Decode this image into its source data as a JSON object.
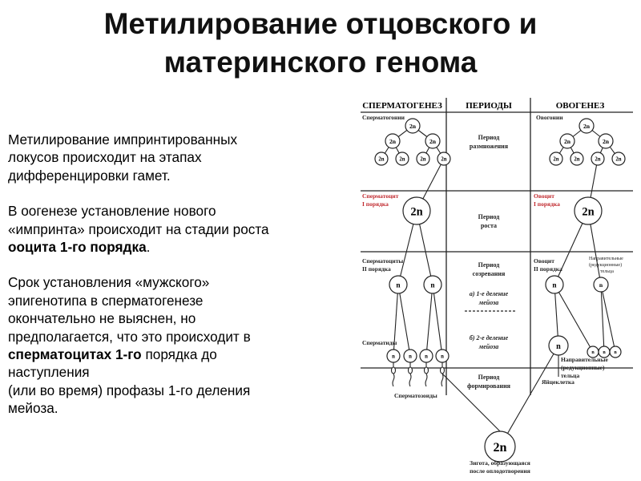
{
  "title": {
    "line1": "Метилирование отцовского и",
    "line2": "материнского генома"
  },
  "text": {
    "p1": [
      "Метилирование импринтированных",
      "локусов происходит на этапах",
      "дифференцировки гамет."
    ],
    "p2": {
      "line1": "В оогенезе установление нового",
      "line2": "«импринта» происходит на стадии роста",
      "bold1": "ооцита 1-го порядка",
      "end1": "."
    },
    "p3": {
      "line1": "Срок установления «мужского»",
      "line2": "эпигенотипа в сперматогенезе",
      "line3": "окончательно не выяснен, но",
      "line4": "предполагается, что это происходит в",
      "bold1": "сперматоцитах 1-го",
      "after_bold": " порядка до",
      "line6": "наступления",
      "line7": "(или во время) профазы 1-го деления",
      "line8": "мейоза."
    }
  },
  "diagram": {
    "headers": {
      "left": "СПЕРМАТОГЕНЕЗ",
      "mid": "ПЕРИОДЫ",
      "right": "ОВОГЕНЕЗ"
    },
    "periods": {
      "reproduction": [
        "Период",
        "размножения"
      ],
      "growth": [
        "Период",
        "роста"
      ],
      "maturation": [
        "Период",
        "созревания"
      ],
      "div1": [
        "а) 1-е деление",
        "мейоза"
      ],
      "div2": [
        "б) 2-е деление",
        "мейоза"
      ],
      "formation": [
        "Период",
        "формирования"
      ]
    },
    "labels": {
      "spermatogonia": "Сперматогонии",
      "spermatocyte1": [
        "Сперматоцит",
        "I порядка"
      ],
      "spermatocytes2": [
        "Сперматоциты",
        "II порядка"
      ],
      "spermatids": "Сперматиды",
      "spermatozoa": "Сперматозоиды",
      "oogonia": "Овогонии",
      "oocyte1": [
        "Овоцит",
        "I порядка"
      ],
      "oocyte2": [
        "Овоцит",
        "II порядка"
      ],
      "polar_top": [
        "Направительные",
        "(редукционные)",
        "тельца"
      ],
      "polar_bottom": [
        "Направительные",
        "(редукционные)",
        "тельца"
      ],
      "egg": "Яйцеклетка",
      "zygote": [
        "Зигота, образующаяся",
        "после оплодотворения"
      ]
    },
    "cells": {
      "diploid": "2n",
      "haploid": "n"
    },
    "colors": {
      "red": "#c0282d",
      "line": "#222222"
    }
  }
}
